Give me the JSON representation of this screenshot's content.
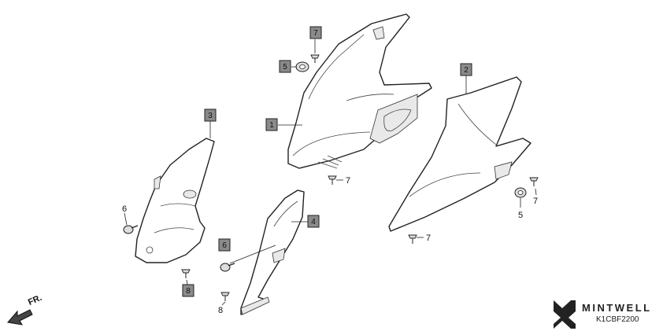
{
  "diagram": {
    "callouts": [
      {
        "id": "c1",
        "label": "1",
        "boxed": true
      },
      {
        "id": "c2",
        "label": "2",
        "boxed": true
      },
      {
        "id": "c3",
        "label": "3",
        "boxed": true
      },
      {
        "id": "c4",
        "label": "4",
        "boxed": true
      },
      {
        "id": "c5a",
        "label": "5",
        "boxed": true
      },
      {
        "id": "c5b",
        "label": "5",
        "boxed": false
      },
      {
        "id": "c6a",
        "label": "6",
        "boxed": false
      },
      {
        "id": "c6b",
        "label": "6",
        "boxed": true
      },
      {
        "id": "c7a",
        "label": "7",
        "boxed": true
      },
      {
        "id": "c7b",
        "label": "7",
        "boxed": false
      },
      {
        "id": "c7c",
        "label": "7",
        "boxed": false
      },
      {
        "id": "c7d",
        "label": "7",
        "boxed": false
      },
      {
        "id": "c8a",
        "label": "8",
        "boxed": true
      },
      {
        "id": "c8b",
        "label": "8",
        "boxed": false
      }
    ],
    "direction_label": "FR."
  },
  "watermark": {
    "brand": "MINTWELL",
    "code": "K1CBF2200"
  },
  "colors": {
    "callout_box": "#8a8a8a",
    "line": "#222222"
  }
}
